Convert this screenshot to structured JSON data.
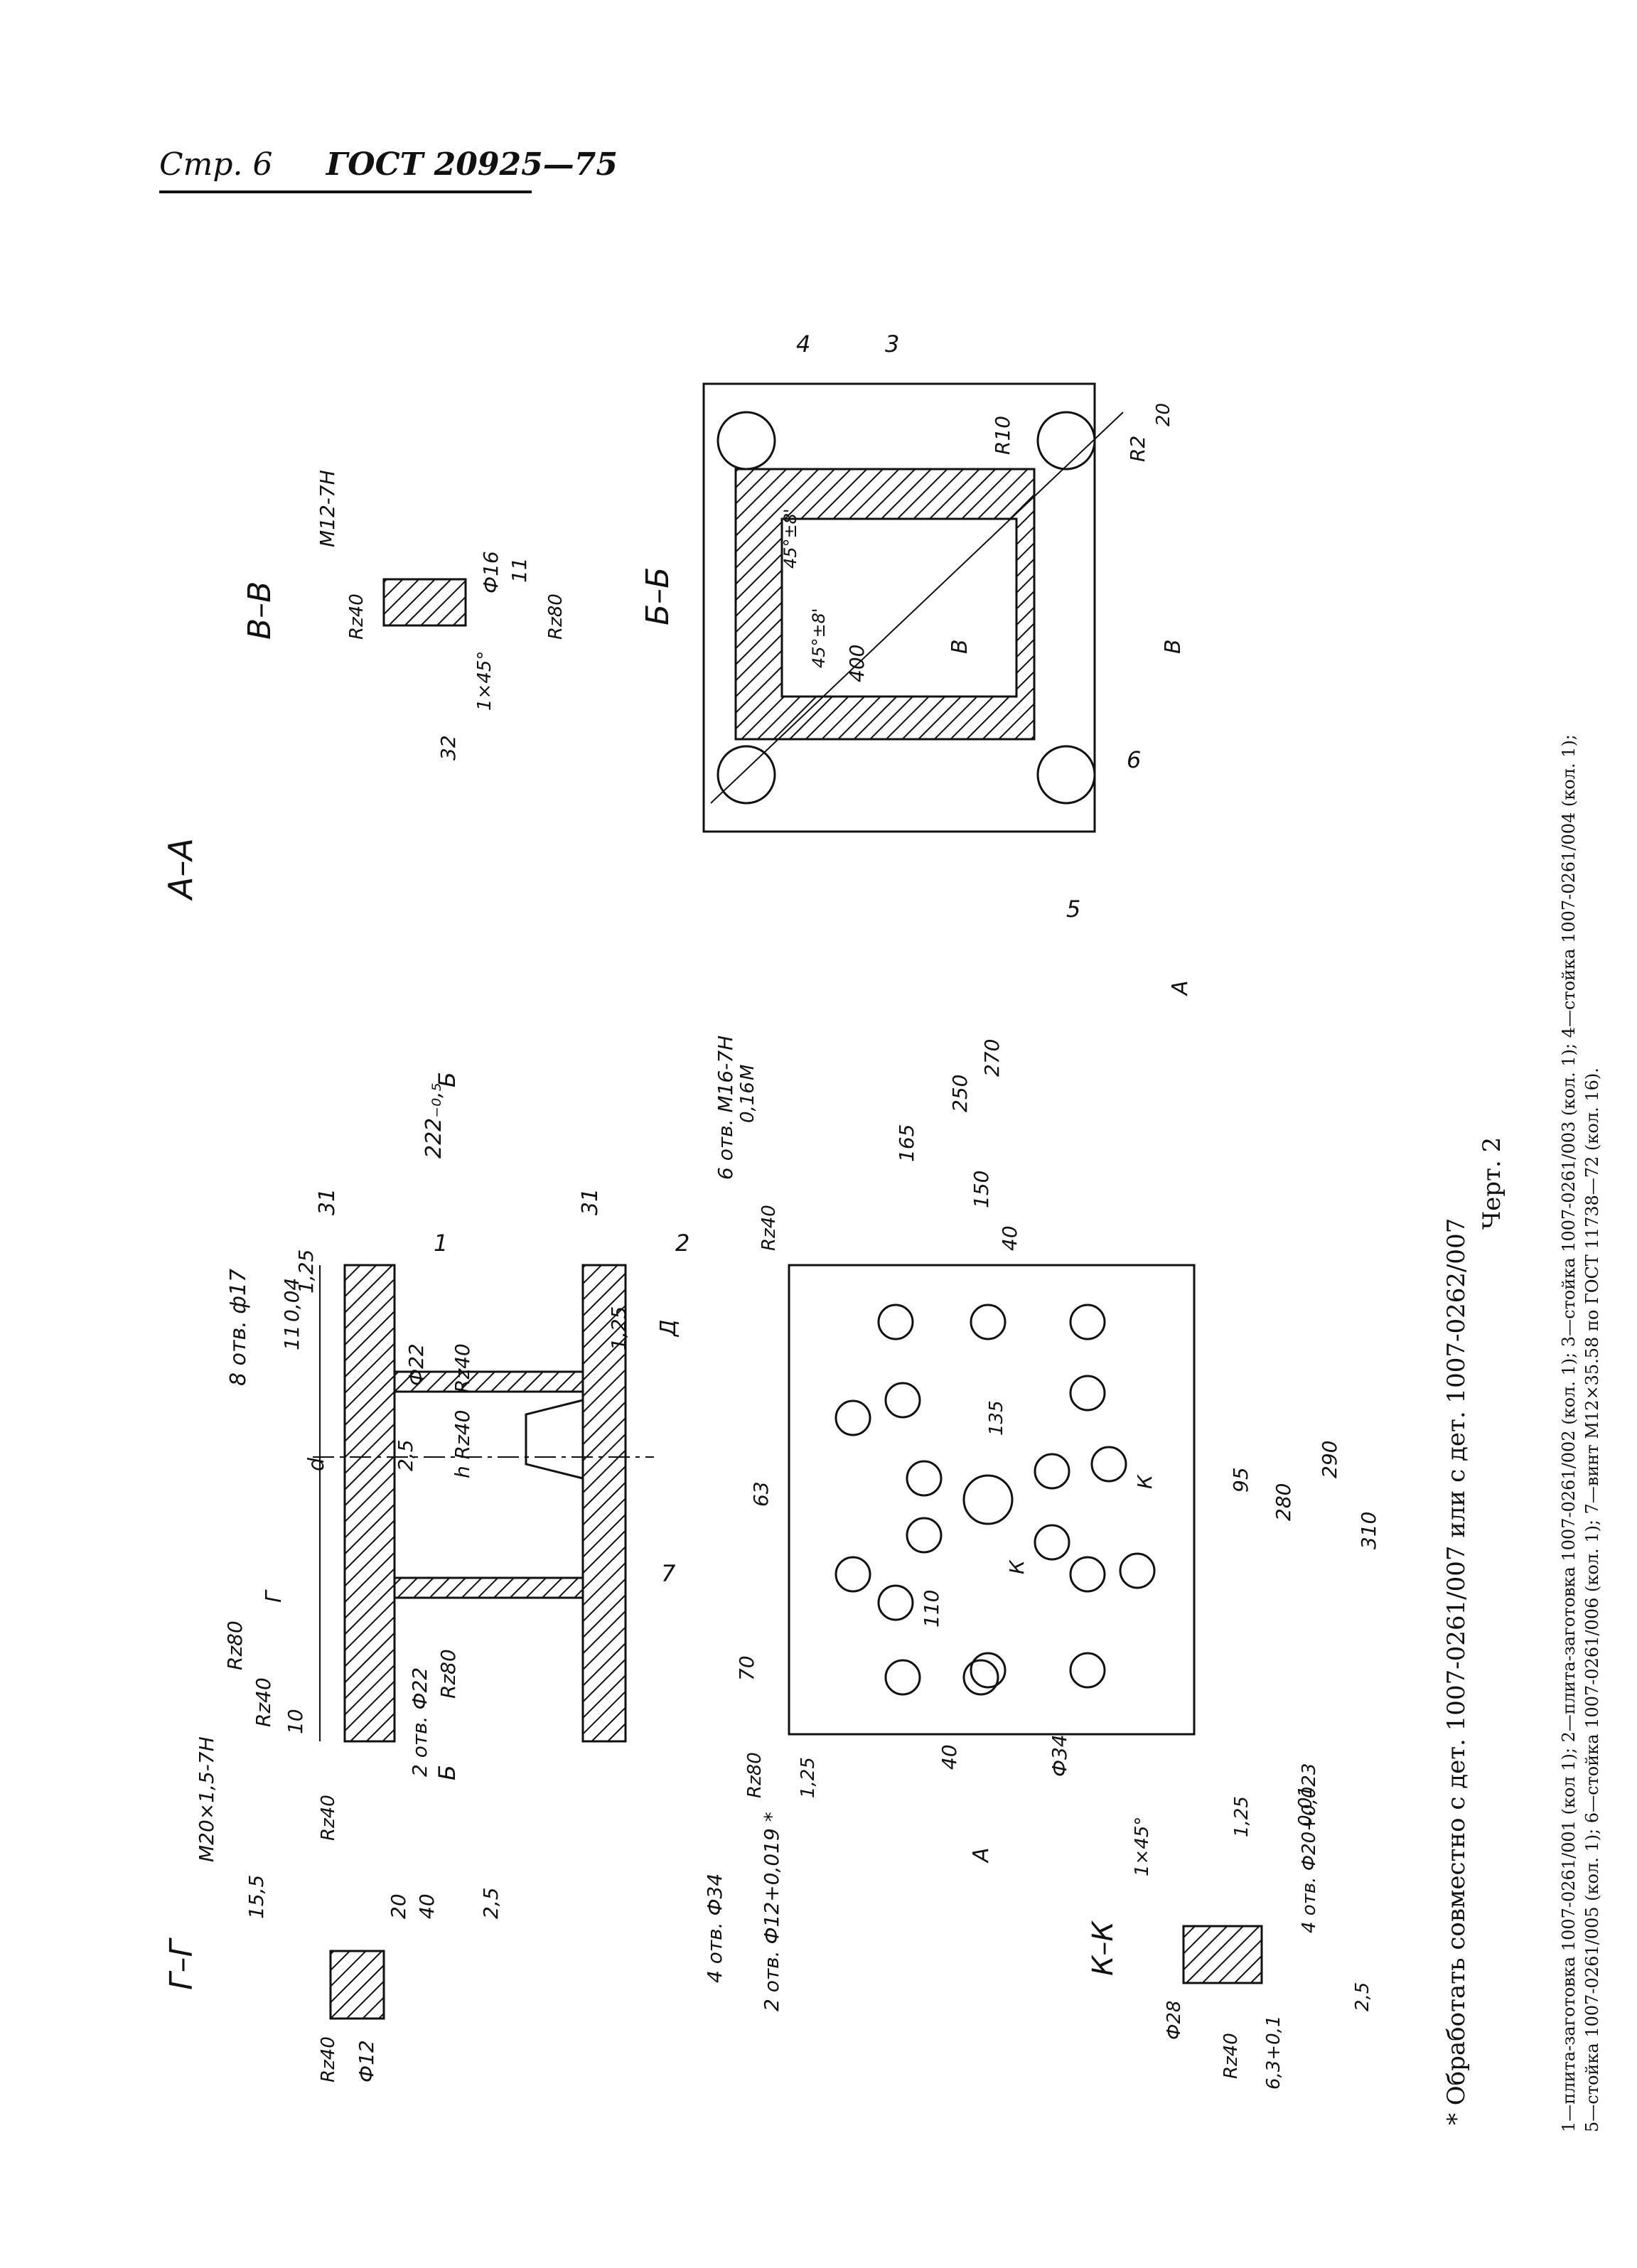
{
  "header": {
    "page": "Стр. 6",
    "standard": "ГОСТ 20925—75"
  },
  "drawing": {
    "views": {
      "aa": "А–А",
      "gg": "Г–Г",
      "bb": "Б–Б",
      "vv": "В–В",
      "kk": "К–К"
    },
    "aa_view": {
      "dims": [
        "222₋₀,₅",
        "31",
        "31",
        "1,25",
        "1,25",
        "8 отв. ф17",
        "11",
        "0,04",
        "Д",
        "Ф22",
        "Rz40",
        "d",
        "2,5",
        "h Rz40",
        "Rz80",
        "Rz80",
        "Rz40",
        "10",
        "2 отв. Ф22",
        "Г"
      ],
      "parts": [
        "1",
        "2",
        "7"
      ],
      "section": [
        "Б",
        "Б"
      ]
    },
    "gg_view": {
      "dims": [
        "M20×1,5-7H",
        "15,5",
        "20",
        "40",
        "2,5",
        "Ф12",
        "Rz40",
        "Rz40"
      ]
    },
    "vv_view": {
      "dims": [
        "M12-7H",
        "Ф16",
        "11",
        "Rz40",
        "Rz80",
        "1×45°",
        "32"
      ]
    },
    "bb_view": {
      "dims": [
        "R10",
        "R2",
        "20",
        "400",
        "45°±8'",
        "45°±8'",
        "В",
        "В"
      ],
      "parts": [
        "4",
        "3",
        "6",
        "5"
      ]
    },
    "plan_view": {
      "dims": [
        "270",
        "250",
        "165",
        "150",
        "40",
        "6 отв. М16-7Н",
        "0,16",
        "М",
        "Rz40",
        "135",
        "63",
        "95",
        "280",
        "290",
        "310",
        "110",
        "70",
        "40",
        "Ф34",
        "Rz80",
        "1,25",
        "4 отв. Ф34",
        "2 отв. Ф12+0,019 *",
        "К",
        "К",
        "А",
        "А"
      ]
    },
    "kk_view": {
      "dims": [
        "1×45°",
        "Ф28",
        "Rz40",
        "6,3+0,1",
        "1,25",
        "4 отв. Ф20+0,023",
        "0,01",
        "2,5"
      ]
    }
  },
  "notes": {
    "footnote": "* Обработать совместно с дет. 1007-0261/007 или с дет. 1007-0262/007",
    "caption": "Черт. 2",
    "legend_1": "1—плита-заготовка 1007-0261/001 (кол 1); 2—плита-заготовка 1007-0261/002 (кол. 1); 3—стойка 1007-0261/003 (кол. 1); 4—стойка 1007-0261/004 (кол. 1);",
    "legend_2": "5—стойка 1007-0261/005 (кол. 1); 6—стойка 1007-0261/006 (кол. 1); 7—винт М12×35.58 по ГОСТ 11738—72 (кол. 16)."
  }
}
